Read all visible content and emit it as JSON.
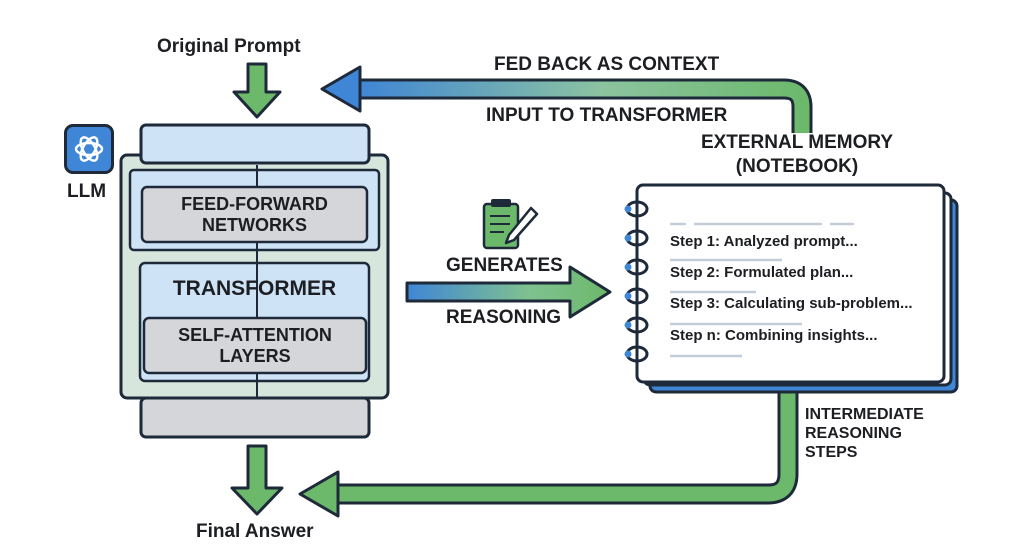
{
  "labels": {
    "original_prompt": "Original Prompt",
    "final_answer": "Final Answer",
    "llm": "LLM",
    "fed_back": "FED BACK AS CONTEXT",
    "input_to_transformer": "INPUT TO TRANSFORMER",
    "external_memory_line1": "EXTERNAL MEMORY",
    "external_memory_line2": "(NOTEBOOK)",
    "generates": "GENERATES",
    "reasoning": "REASONING",
    "intermediate_line1": "INTERMEDIATE",
    "intermediate_line2": "REASONING",
    "intermediate_line3": "STEPS"
  },
  "llm_blocks": {
    "feed_forward_line1": "FEED-FORWARD",
    "feed_forward_line2": "NETWORKS",
    "transformer": "TRANSFORMER",
    "self_attention_line1": "SELF-ATTENTION",
    "self_attention_line2": "LAYERS"
  },
  "notebook_steps": [
    "Step 1: Analyzed prompt...",
    "Step 2: Formulated plan...",
    "Step 3: Calculating sub-problem...",
    "Step n: Combining insights..."
  ],
  "icons": {
    "logo": "openai-logo-icon",
    "notepad": "notepad-pencil-icon"
  },
  "colors": {
    "outline": "#1e2a3a",
    "green_arrow": "#6cb96c",
    "blue_arrow": "#3f86d6",
    "light_blue_block": "#cfe3f7",
    "grey_block": "#d4d6da",
    "pale_green_container": "#d6e6dc"
  }
}
